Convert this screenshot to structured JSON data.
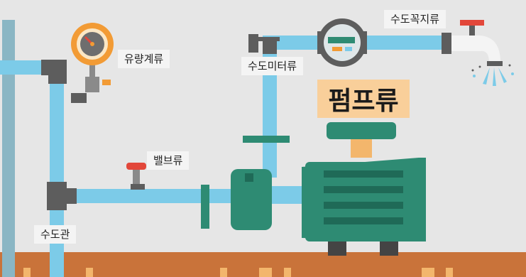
{
  "labels": {
    "flow_meter": "유량계류",
    "water_meter": "수도미터류",
    "faucet": "수도꼭지류",
    "valve": "밸브류",
    "water_pipe": "수도관",
    "pump": "펌프류"
  },
  "colors": {
    "background": "#e6e6e6",
    "pipe": "#7ccbe8",
    "pipe_joint": "#5d5d5d",
    "pump_green": "#2e8b73",
    "pump_green_dark": "#1f6a57",
    "floor": "#c9733a",
    "floor_tile": "#f3b66c",
    "valve_red": "#e2473a",
    "gauge_orange": "#f29b35",
    "label_bg": "#f4f4f4",
    "pump_title_bg": "#f9cf9a"
  },
  "icons": [
    "pressure-gauge-icon",
    "water-meter-icon",
    "faucet-icon",
    "valve-handle-icon",
    "pump-icon"
  ]
}
